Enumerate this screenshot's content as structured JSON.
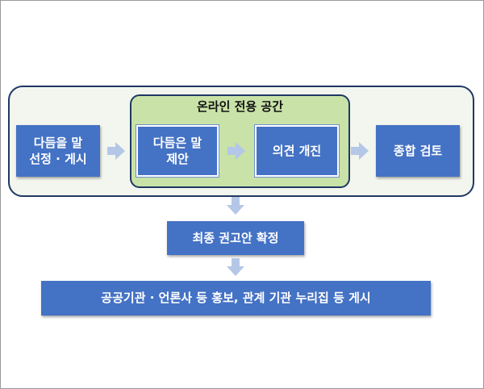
{
  "diagram": {
    "online_space_title": "온라인 전용 공간",
    "steps": {
      "select_post": "다듬을 말\n선정 · 게시",
      "propose": "다듬은 말\n제안",
      "opinion": "의견 개진",
      "review": "종합 검토",
      "finalize": "최종 권고안 확정",
      "publicize": "공공기관 · 언론사 등 홍보, 관계 기관 누리집 등 게시"
    }
  }
}
